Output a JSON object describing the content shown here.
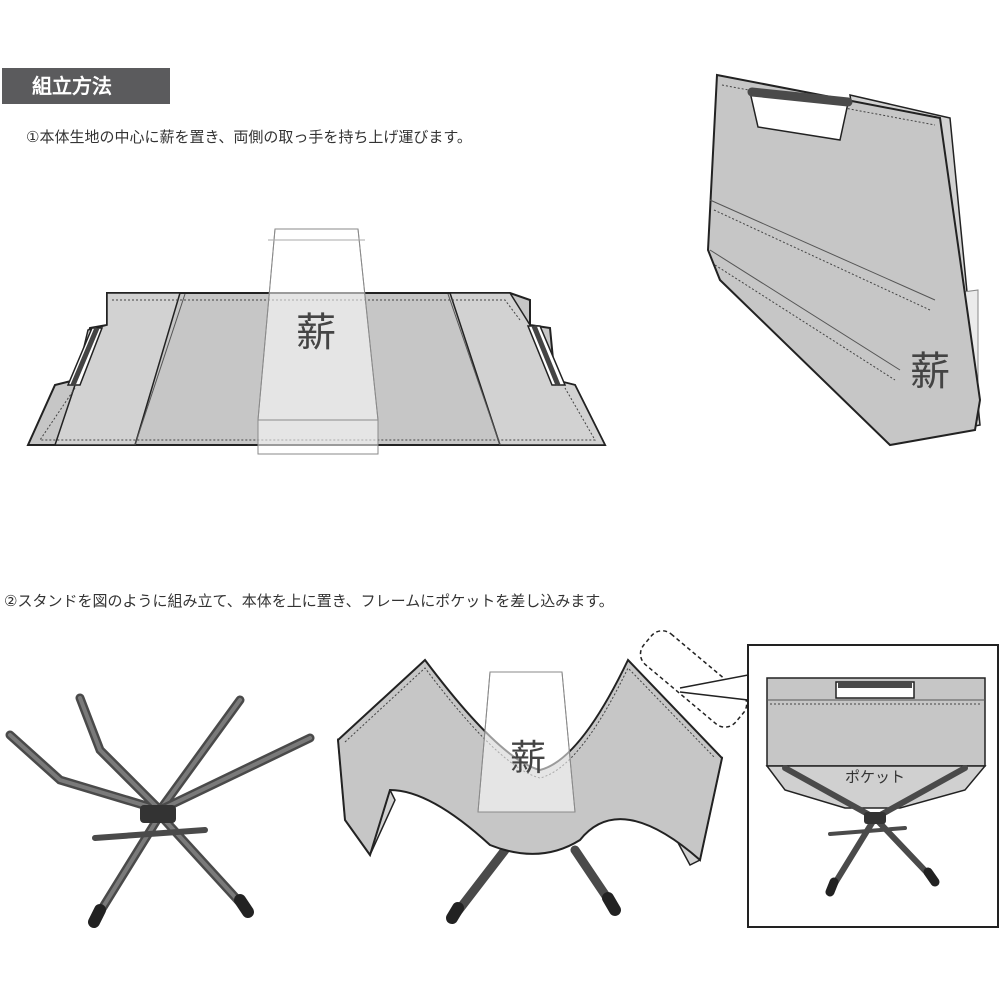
{
  "section_title": "組立方法",
  "steps": {
    "step1": "①本体生地の中心に薪を置き、両側の取っ手を持ち上げ運びます。",
    "step2": "②スタンドを図のように組み立て、本体を上に置き、フレームにポケットを差し込みます。"
  },
  "labels": {
    "firewood": "薪",
    "pocket": "ポケット"
  },
  "colors": {
    "fabric": "#c4c4c4",
    "fabric_dark": "#b4b4b4",
    "frame": "#4a4a4a",
    "title_bg": "#5b5b5d"
  }
}
